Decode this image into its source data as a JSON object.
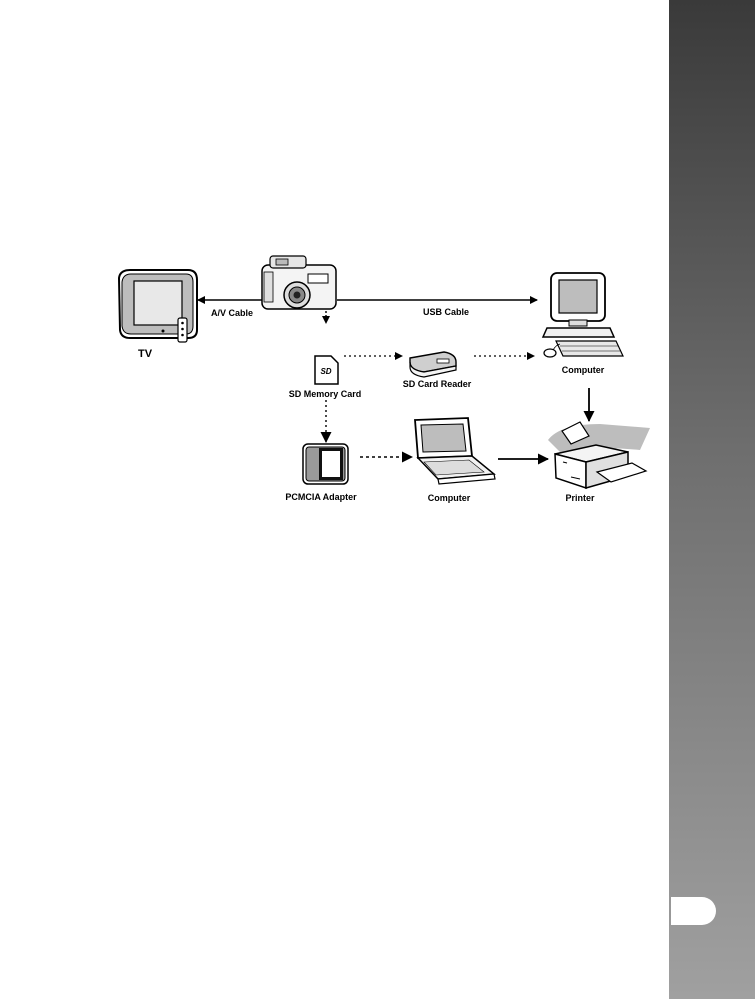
{
  "labels": {
    "tv": "TV",
    "av_cable": "A/V Cable",
    "usb_cable": "USB Cable",
    "computer_top": "Computer",
    "sd_memory_card": "SD Memory Card",
    "sd_card_reader": "SD Card Reader",
    "pcmcia_adapter": "PCMCIA Adapter",
    "computer_bottom": "Computer",
    "printer": "Printer",
    "sd_logo": "SD"
  },
  "colors": {
    "sidebar_dark": "#3a3a3a",
    "sidebar_light": "#a0a0a0",
    "line": "#000000"
  },
  "icons": [
    "camera-icon",
    "tv-icon",
    "desktop-computer-icon",
    "sd-card-icon",
    "card-reader-icon",
    "pcmcia-adapter-icon",
    "laptop-icon",
    "printer-icon"
  ]
}
